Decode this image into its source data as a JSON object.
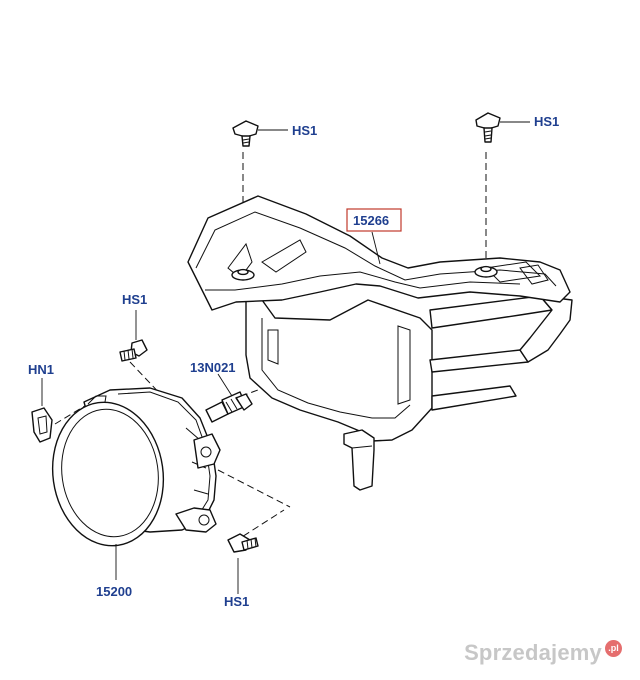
{
  "labels": {
    "hs1_top_left": "HS1",
    "hs1_top_right": "HS1",
    "bracket_part": "15266",
    "hs1_left": "HS1",
    "hn1": "HN1",
    "bolt_13n021": "13N021",
    "lamp_part": "15200",
    "hs1_bottom": "HS1"
  },
  "watermark": {
    "text": "Sprzedajemy",
    "badge": ".pl"
  }
}
